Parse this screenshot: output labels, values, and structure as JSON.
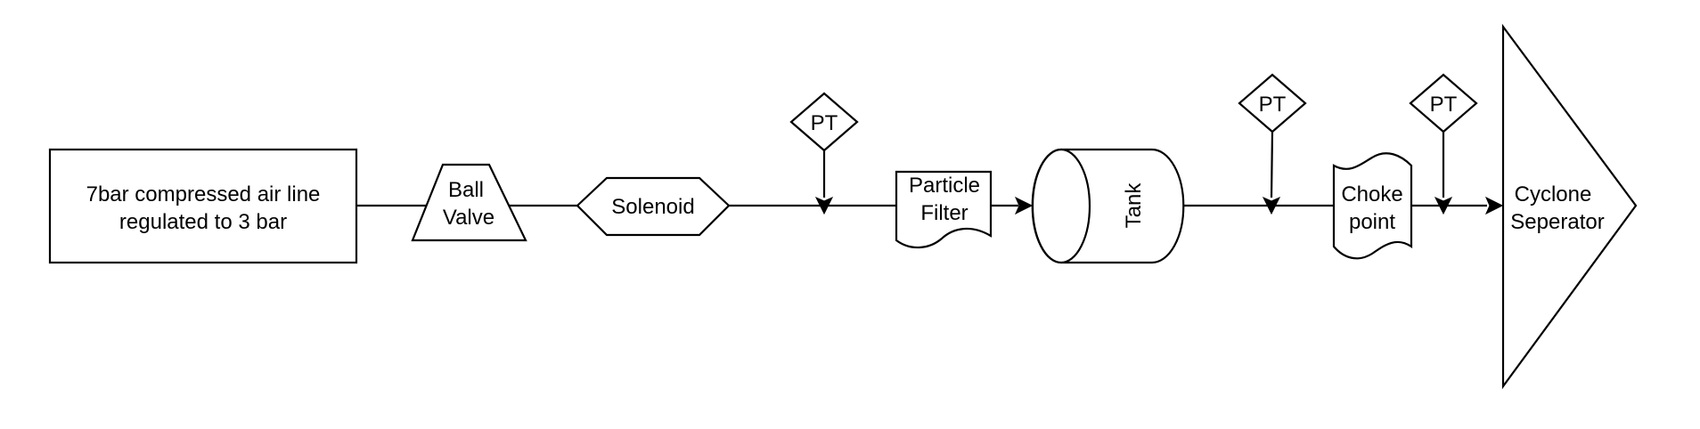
{
  "diagram": {
    "nodes": {
      "air_supply": {
        "label_lines": [
          "7bar compressed air line",
          "regulated to 3 bar"
        ]
      },
      "ball_valve": {
        "label_lines": [
          "Ball",
          "Valve"
        ]
      },
      "solenoid": {
        "label": "Solenoid"
      },
      "pt_1": {
        "label": "PT"
      },
      "particle_filter": {
        "label_lines": [
          "Particle",
          "Filter"
        ]
      },
      "tank": {
        "label": "Tank"
      },
      "pt_2": {
        "label": "PT"
      },
      "choke_point": {
        "label_lines": [
          "Choke",
          "point"
        ]
      },
      "pt_3": {
        "label": "PT"
      },
      "cyclone_separator": {
        "label_lines": [
          "Cyclone",
          "Seperator"
        ]
      }
    },
    "connections": [
      {
        "from": "air_supply",
        "to": "ball_valve",
        "arrow": false
      },
      {
        "from": "ball_valve",
        "to": "solenoid",
        "arrow": false
      },
      {
        "from": "solenoid",
        "to": "particle_filter",
        "arrow": false
      },
      {
        "from": "pt_1",
        "to": "solenoid-filter-line",
        "arrow": true
      },
      {
        "from": "particle_filter",
        "to": "tank",
        "arrow": true
      },
      {
        "from": "tank",
        "to": "choke_point",
        "arrow": false
      },
      {
        "from": "pt_2",
        "to": "tank-choke-line",
        "arrow": true
      },
      {
        "from": "choke_point",
        "to": "cyclone_separator",
        "arrow": true
      },
      {
        "from": "pt_3",
        "to": "choke-cyclone-line",
        "arrow": true
      }
    ]
  }
}
